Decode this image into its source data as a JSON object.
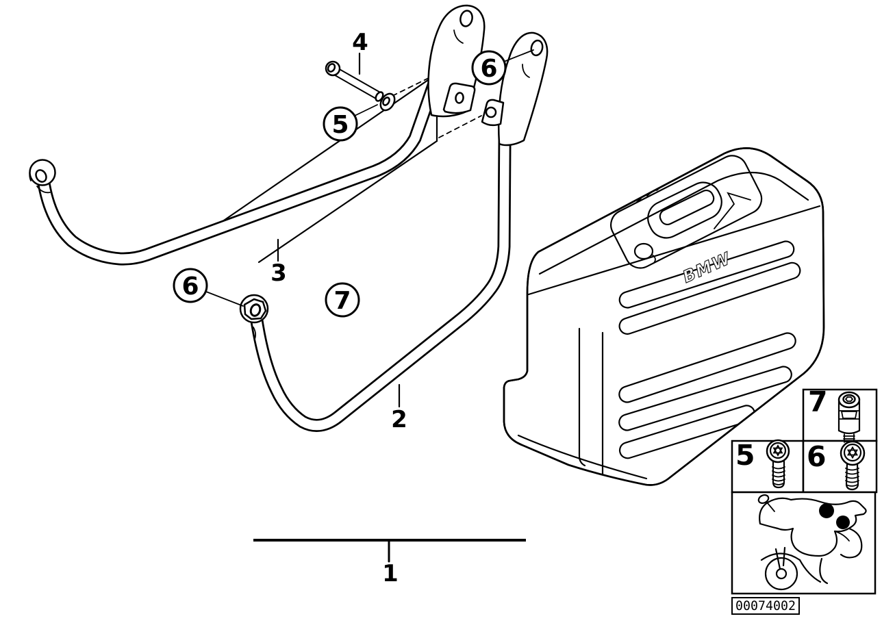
{
  "page": {
    "background": "#ffffff",
    "ink": "#000000"
  },
  "diagram": {
    "doc_number": "00074002",
    "case_brand": "BMW",
    "callouts": {
      "label_1": "1",
      "label_2": "2",
      "label_3": "3",
      "label_4": "4",
      "circle_5": "5",
      "circle_6_upper": "6",
      "circle_6_lower": "6",
      "circle_7": "7"
    },
    "legend": {
      "cell_7_label": "7",
      "cell_5_label": "5",
      "cell_6_label": "6",
      "cell_7_icon": "threaded-spacer-sleeve-icon",
      "cell_5_icon": "socket-head-screw-short-icon",
      "cell_6_icon": "socket-head-screw-long-icon"
    },
    "location_thumbnail": {
      "icon": "motorcycle-side-view-icon",
      "mount_dot_count": 2
    }
  }
}
